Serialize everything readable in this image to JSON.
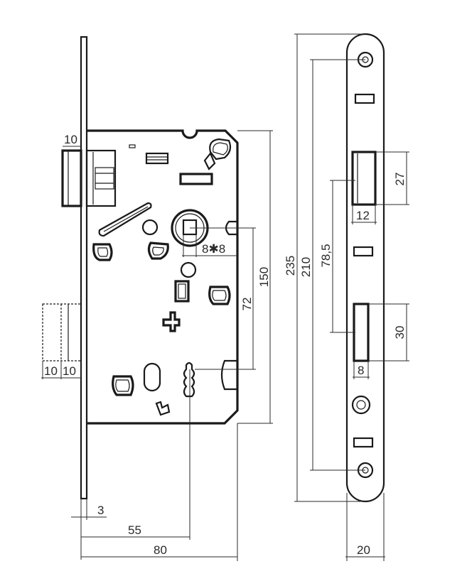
{
  "dimensions": {
    "tongue_width": "10",
    "bolt_offset_a": "10",
    "bolt_offset_b": "10",
    "square_spindle": "8✱8",
    "handle_key_distance": "72",
    "case_height": "150",
    "faceplate_length": "235",
    "screw_distance": "210",
    "latch_bolt_distance": "78,5",
    "latch_height": "27",
    "latch_width": "12",
    "bolt_height": "30",
    "bolt_width": "8",
    "faceplate_thickness": "3",
    "backset": "55",
    "case_depth": "80",
    "faceplate_width": "20"
  }
}
